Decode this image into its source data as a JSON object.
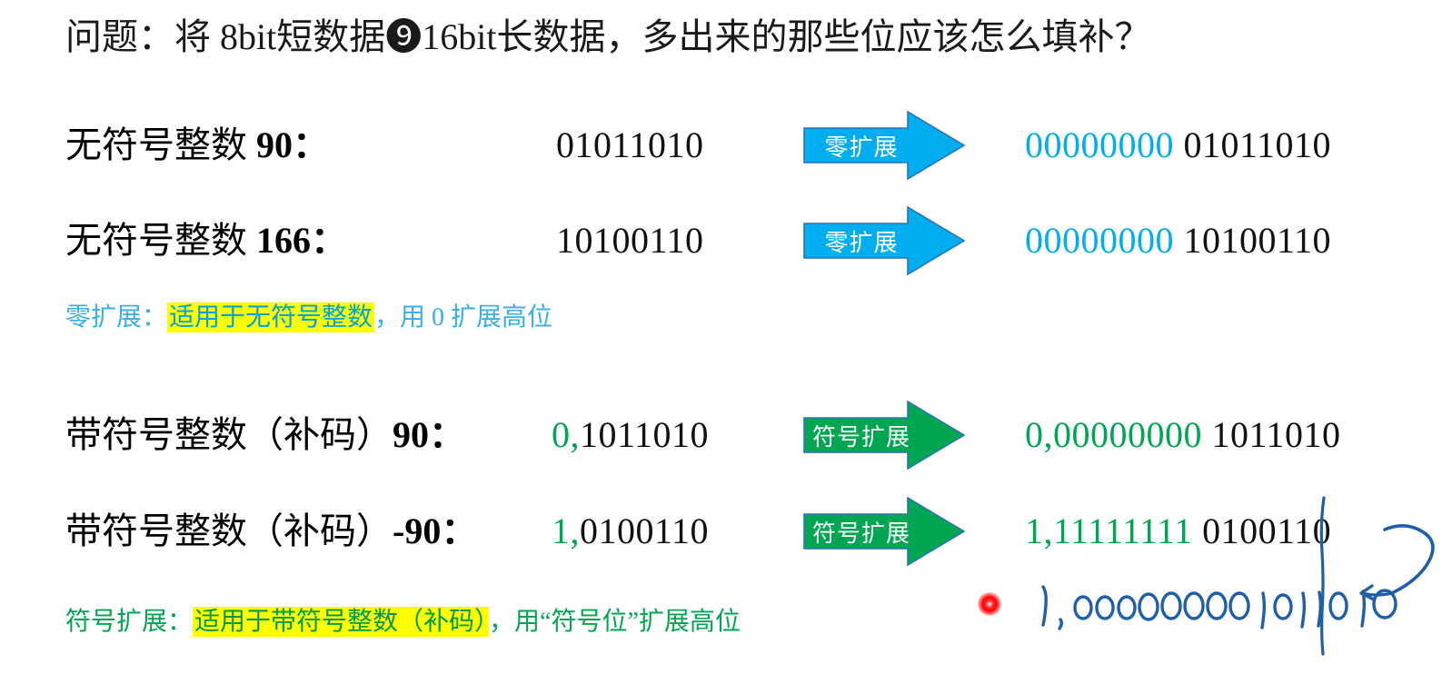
{
  "slide": {
    "title": "问题：将 8bit短数据➒16bit长数据，多出来的那些位应该怎么填补？",
    "background": "#ffffff"
  },
  "colors": {
    "zero_extend_blue": "#00AEEF",
    "sign_extend_green": "#00A651",
    "highlight_yellow": "#FFFF00",
    "ink_blue": "#1F5FA9",
    "laser_red": "#FF0000"
  },
  "rows": [
    {
      "label_cjk": "无符号整数 ",
      "label_num": "90：",
      "source_bits": "01011010",
      "arrow_label": "零扩展",
      "arrow_color": "#00AEEF",
      "result_ext": "00000000",
      "result_ext_class": "ext-zero",
      "result_sign": "",
      "result_rest": "01011010"
    },
    {
      "label_cjk": "无符号整数 ",
      "label_num": "166：",
      "source_bits": "10100110",
      "arrow_label": "零扩展",
      "arrow_color": "#00AEEF",
      "result_ext": "00000000",
      "result_ext_class": "ext-zero",
      "result_sign": "",
      "result_rest": "10100110"
    },
    {
      "label_cjk": "带符号整数（补码）",
      "label_num": "90：",
      "source_sign": "0,",
      "source_bits": "1011010",
      "arrow_label": "符号扩展",
      "arrow_color": "#00A651",
      "result_ext": "0,00000000",
      "result_ext_class": "ext-sign",
      "result_rest": "1011010"
    },
    {
      "label_cjk": "带符号整数（补码）",
      "label_num": "-90：",
      "source_sign": "1,",
      "source_bits": "0100110",
      "arrow_label": "符号扩展",
      "arrow_color": "#00A651",
      "result_ext": "1,11111111",
      "result_ext_class": "ext-sign",
      "result_rest": "0100110"
    }
  ],
  "notes": {
    "zero": {
      "lead": "零扩展：",
      "highlight": "适用于无符号整数",
      "tail": "，用 0 扩展高位"
    },
    "sign": {
      "lead": "符号扩展：",
      "highlight": "适用于带符号整数（补码）",
      "tail": "，用“符号位”扩展高位"
    }
  },
  "annotation": {
    "handwriting": "1,000000001011010",
    "laser_pointer": "laser-dot"
  }
}
